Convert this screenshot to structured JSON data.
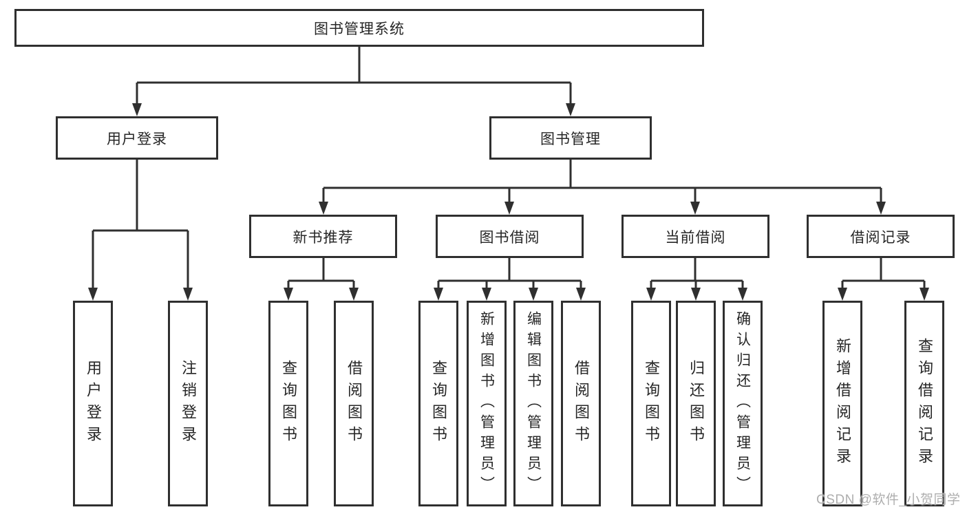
{
  "tree": {
    "root": "图书管理系统",
    "login_branch": {
      "label": "用户登录",
      "children": [
        "用户登录",
        "注销登录"
      ]
    },
    "mgmt_branch": {
      "label": "图书管理",
      "sections": [
        {
          "label": "新书推荐",
          "children": [
            "查询图书",
            "借阅图书"
          ]
        },
        {
          "label": "图书借阅",
          "children": [
            "查询图书",
            "新增图书（管理员）",
            "编辑图书（管理员）",
            "借阅图书"
          ]
        },
        {
          "label": "当前借阅",
          "children": [
            "查询图书",
            "归还图书",
            "确认归还（管理员）"
          ]
        },
        {
          "label": "借阅记录",
          "children": [
            "新增借阅记录",
            "查询借阅记录"
          ]
        }
      ]
    }
  },
  "watermark": {
    "text": "CSDN @软件_小贺同学",
    "color": "#aeaeae"
  },
  "colors": {
    "line": "#2f2f2f",
    "box_border": "#2f2f2f",
    "box_background": "#ffffff",
    "text": "#262626",
    "page_background": "#ffffff"
  }
}
